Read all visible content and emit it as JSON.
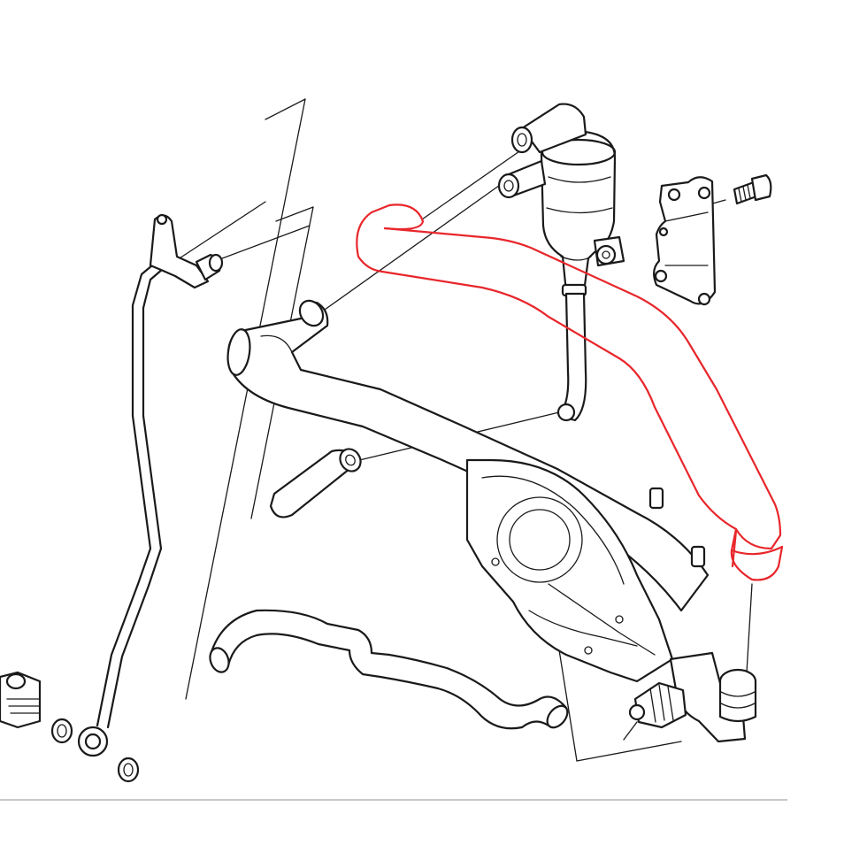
{
  "diagram": {
    "highlight_color": "#e8262b",
    "line_color": "#1a1a1a",
    "background": "#ffffff",
    "parts": [
      {
        "name": "crankcase-breather-hose",
        "highlighted": true
      },
      {
        "name": "oil-separator"
      },
      {
        "name": "mounting-bracket"
      },
      {
        "name": "bolt"
      },
      {
        "name": "vent-hose"
      },
      {
        "name": "hose-elbow"
      },
      {
        "name": "coolant-hose"
      },
      {
        "name": "oil-feed-pipe"
      },
      {
        "name": "banjo-bolt"
      },
      {
        "name": "sealing-rings"
      },
      {
        "name": "oil-filter-housing"
      },
      {
        "name": "pipe-fitting"
      }
    ]
  }
}
